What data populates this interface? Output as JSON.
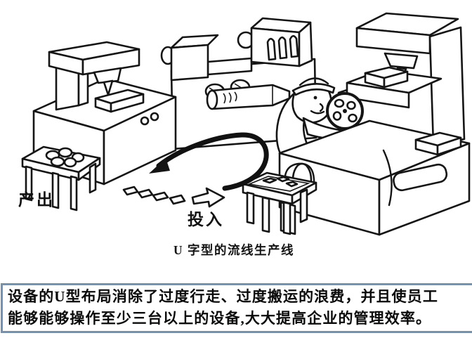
{
  "page": {
    "background": "#ffffff",
    "ink_color": "#151515",
    "accent_border_color": "#7093b5"
  },
  "figure": {
    "caption": "U 字型的流线生产线",
    "labels": {
      "output": "产出",
      "input": "投入"
    },
    "elements": [
      "machine-left-drill-press",
      "machine-back-lathe",
      "machine-right-press",
      "worker-with-handwheel",
      "workbench",
      "output-parts-bin",
      "input-parts-bin",
      "u-flow-arrow",
      "dashed-travel-path",
      "input-direction-arrow"
    ]
  },
  "note_box": {
    "border_color": "#7093b5",
    "line1": "设备的U型布局消除了过度行走、过度搬运的浪费，并且使员工",
    "line2": "能够能够操作至少三台以上的设备,大大提高企业的管理效率。"
  }
}
